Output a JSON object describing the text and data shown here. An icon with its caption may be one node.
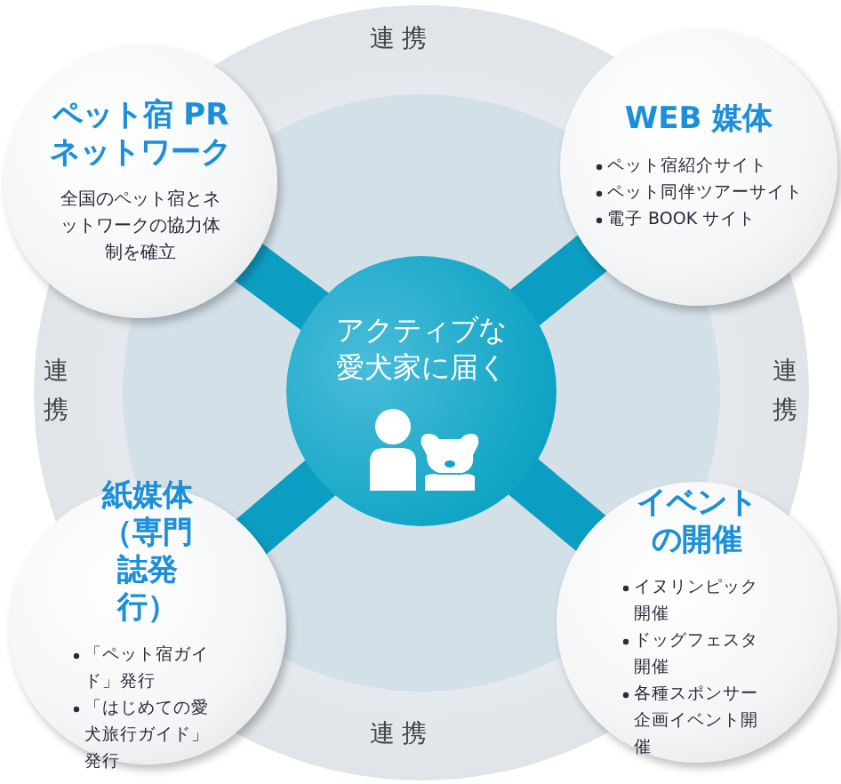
{
  "diagram": {
    "nodes": [
      {
        "text": [
          "ペット宿 PRネットワーク",
          "全国のペット宿とネットワークの協力体制を確立"
        ]
      },
      {
        "text": [
          "WEB 媒体",
          "ペット宿紹介サイト",
          "ペット同伴ツアーサイト",
          "電子 BOOK サイト"
        ]
      },
      {
        "text": [
          "アクティブな愛犬家に届く"
        ]
      },
      {
        "text": [
          "紙媒体（専門誌発行）",
          "「ペット宿ガイド」発行",
          "「はじめての愛犬旅行ガイド」発行"
        ]
      },
      {
        "text": [
          "イベントの開催",
          "イヌリンピック開催",
          "ドッグフェスタ開催",
          "各種スポンサー企画イベント開催"
        ]
      }
    ],
    "edges": [
      {
        "from": 2,
        "to": 0,
        "arrow": "none"
      },
      {
        "from": 2,
        "to": 1,
        "arrow": "none"
      },
      {
        "from": 2,
        "to": 3,
        "arrow": "none"
      },
      {
        "from": 2,
        "to": 4,
        "arrow": "none"
      }
    ],
    "labels": [
      "連携",
      "連携",
      "連携",
      "連携"
    ]
  }
}
